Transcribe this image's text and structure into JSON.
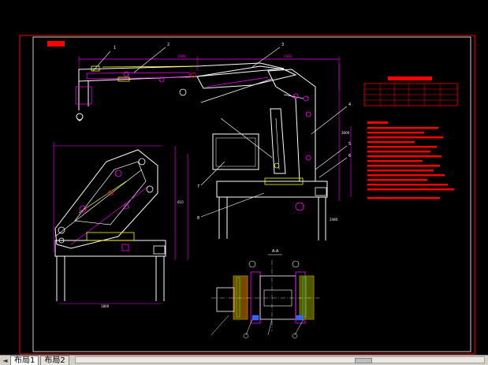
{
  "drawing": {
    "colors": {
      "background": "#000000",
      "frame": "#ff0000",
      "inner_frame": "#ffffff",
      "structure": "#ffffff",
      "dimension": "#ff00ff",
      "hydraulic": "#ffff00",
      "notes": "#ff0000",
      "accent_green": "#00ff00",
      "accent_blue": "#3366ff"
    },
    "view_labels": {
      "section_view": "A-A"
    },
    "part_labels": [
      "1",
      "2",
      "3",
      "4",
      "5",
      "6",
      "7",
      "8"
    ],
    "dimension_texts": [
      "1500",
      "2360",
      "3000",
      "2480",
      "610",
      "1800"
    ]
  },
  "layout_tabs": {
    "tabs": [
      {
        "label": "布局1"
      },
      {
        "label": "布局2"
      }
    ]
  }
}
